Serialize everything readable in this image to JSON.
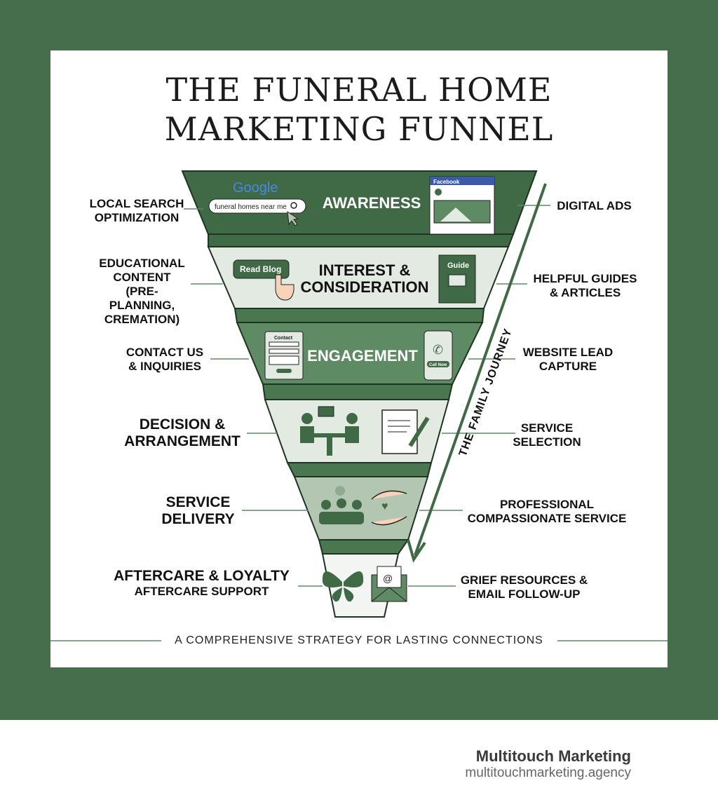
{
  "title": [
    "THE FUNERAL HOME",
    "MARKETING FUNNEL"
  ],
  "colors": {
    "background": "#466e4c",
    "dark_green": "#3f6a45",
    "medium_green": "#5f8b64",
    "light_green": "#e3eae2",
    "pale_green": "#b3c6b1"
  },
  "stages": [
    {
      "name": "AWARENESS",
      "left": [
        "LOCAL SEARCH",
        "OPTIMIZATION"
      ],
      "right": [
        "DIGITAL ADS"
      ],
      "icons": [
        "google-search-icon",
        "facebook-post-icon"
      ],
      "search_text": "funeral homes near me",
      "google": "Google",
      "facebook": "Facebook"
    },
    {
      "name": "INTEREST & CONSIDERATION",
      "name_lines": [
        "INTEREST &",
        "CONSIDERATION"
      ],
      "left": [
        "EDUCATIONAL",
        "CONTENT",
        "(PRE-PLANNING,",
        "CREMATION)"
      ],
      "right": [
        "HELPFUL GUIDES",
        "& ARTICLES"
      ],
      "button": "Read Blog",
      "guide": "Guide",
      "icons": [
        "pointer-hand-icon",
        "guide-book-icon"
      ]
    },
    {
      "name": "ENGAGEMENT",
      "left": [
        "CONTACT US",
        "& INQUIRIES"
      ],
      "right": [
        "WEBSITE LEAD",
        "CAPTURE"
      ],
      "form": "Contact",
      "phone_button": "Call Now",
      "icons": [
        "contact-form-icon",
        "phone-icon"
      ]
    },
    {
      "name": "DECISION & ARRANGEMENT",
      "left": [
        "DECISION &",
        "ARRANGEMENT"
      ],
      "right": [
        "SERVICE",
        "SELECTION"
      ],
      "icons": [
        "meeting-icon",
        "signed-document-icon"
      ]
    },
    {
      "name": "SERVICE DELIVERY",
      "left": [
        "SERVICE",
        "DELIVERY"
      ],
      "right": [
        "PROFESSIONAL",
        "COMPASSIONATE SERVICE"
      ],
      "icons": [
        "gathering-icon",
        "caring-hands-icon"
      ]
    },
    {
      "name": "AFTERCARE & LOYALTY",
      "left": [
        "AFTERCARE & LOYALTY",
        "AFTERCARE SUPPORT"
      ],
      "right": [
        "GRIEF RESOURCES &",
        "EMAIL FOLLOW-UP"
      ],
      "icons": [
        "butterfly-icon",
        "email-icon"
      ]
    }
  ],
  "journey_label": "THE FAMILY JOURNEY",
  "tagline": "A COMPREHENSIVE STRATEGY FOR LASTING CONNECTIONS",
  "brand": {
    "name": "Multitouch Marketing",
    "url": "multitouchmarketing.agency"
  }
}
